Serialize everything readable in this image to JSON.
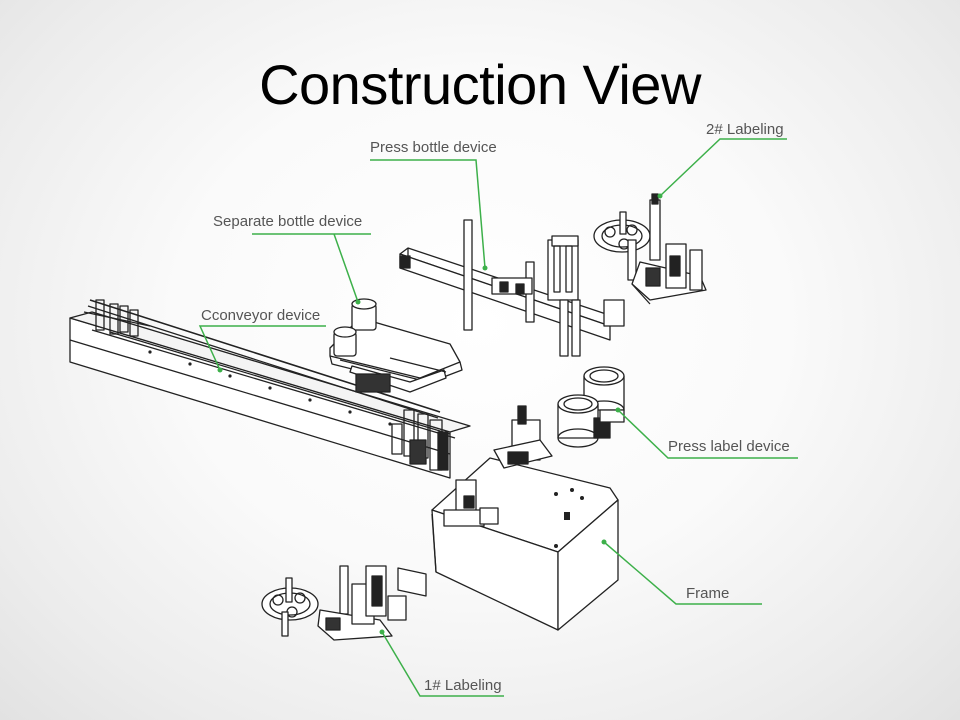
{
  "slide": {
    "title": "Construction View"
  },
  "labels": {
    "press_bottle": "Press bottle device",
    "labeling_2": "2# Labeling",
    "separate_bottle": "Separate bottle device",
    "conveyor": "Cconveyor device",
    "press_label": "Press label device",
    "frame": "Frame",
    "labeling_1": "1# Labeling"
  },
  "colors": {
    "leader": "#3db04a",
    "line_art": "#222222",
    "label_text": "#555555"
  }
}
